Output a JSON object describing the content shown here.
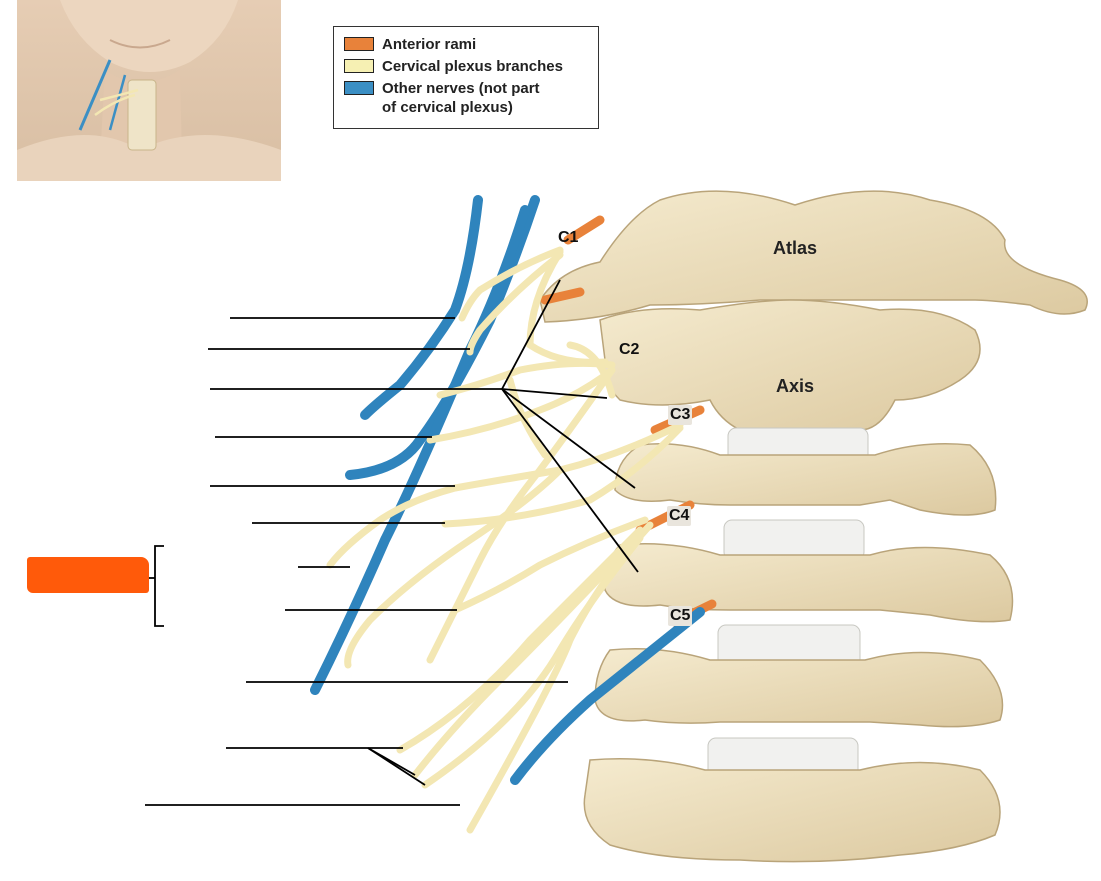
{
  "legend": {
    "items": [
      {
        "label": "Anterior rami",
        "color": "#e8823a"
      },
      {
        "label": "Cervical plexus branches",
        "color": "#f6f0b3"
      },
      {
        "label": "Other nerves (not part\nof cervical plexus)",
        "color": "#3b8fc4"
      }
    ]
  },
  "vertebrae": {
    "atlas": "Atlas",
    "axis": "Axis"
  },
  "spinal_levels": [
    "C1",
    "C2",
    "C3",
    "C4",
    "C5"
  ],
  "colors": {
    "bone": "#efe3c2",
    "bone_shadow": "#c8b48a",
    "disc": "#f1f1ef",
    "nerve_yellow": "#f3e7b3",
    "nerve_blue": "#2f84bd",
    "anterior_rami": "#e8823a",
    "redaction": "#ff5a0a"
  },
  "icons": {
    "thumbnail": "neck-thumbnail-icon",
    "redaction": "redaction-box"
  }
}
